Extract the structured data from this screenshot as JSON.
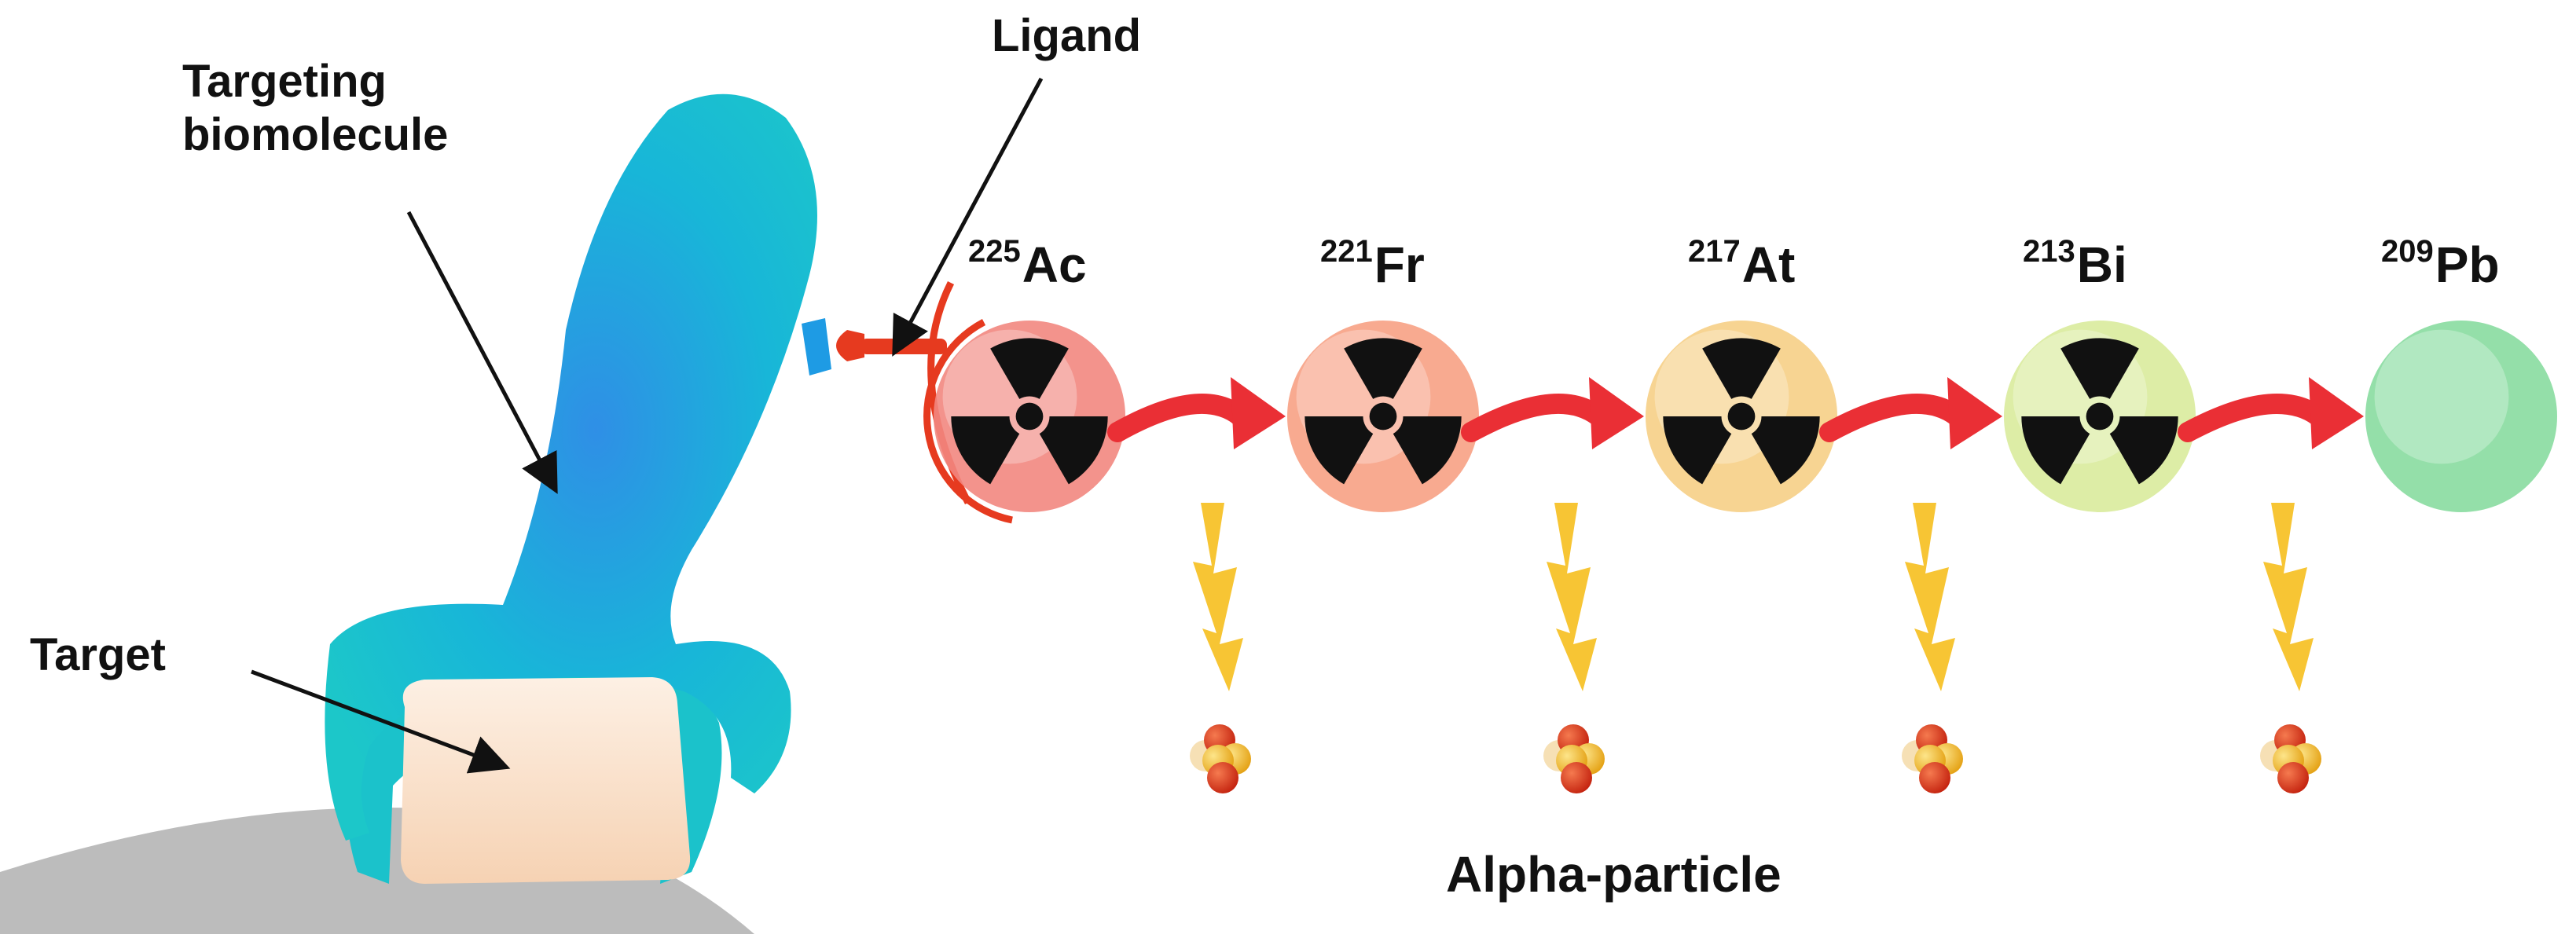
{
  "labels": {
    "targeting_line1": "Targeting",
    "targeting_line2": "biomolecule",
    "ligand": "Ligand",
    "target": "Target",
    "alpha_particle": "Alpha-particle"
  },
  "decay_chain": [
    {
      "mass": "225",
      "symbol": "Ac",
      "color": "#f2877f",
      "radioactive": true
    },
    {
      "mass": "221",
      "symbol": "Fr",
      "color": "#f7a184",
      "radioactive": true
    },
    {
      "mass": "217",
      "symbol": "At",
      "color": "#f6cf86",
      "radioactive": true
    },
    {
      "mass": "213",
      "symbol": "Bi",
      "color": "#d9eb9c",
      "radioactive": true
    },
    {
      "mass": "209",
      "symbol": "Pb",
      "color": "#88dca0",
      "radioactive": false
    }
  ],
  "colors": {
    "biomolecule": "#1cc0cc",
    "ligand": "#e63a1f",
    "arrow": "#ea2f35",
    "lightning": "#f7c534",
    "target": "#f8dcc2",
    "cell_surface": "#bdbdbd",
    "particle_red": "#d9361c",
    "particle_yellow": "#f0b51f"
  },
  "icons": [
    "radiation-icon",
    "lightning-icon",
    "alpha-particle-icon",
    "decay-arrow-icon"
  ]
}
